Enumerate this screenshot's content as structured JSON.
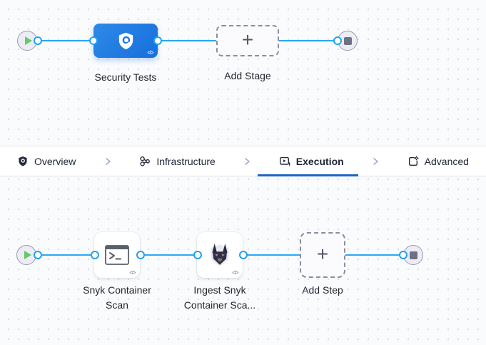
{
  "glyphs": {
    "code_badge": "</>",
    "plus": "+"
  },
  "colors": {
    "connector_blue": "#2AA7F2",
    "stage_blue": "#1B76DD",
    "selected_tab_underline": "#2161C5",
    "play_green": "#63C969",
    "stop_gray": "#6C7186"
  },
  "stage_pipeline": {
    "start_icon": "play-icon",
    "end_icon": "stop-icon",
    "stage_label": "Security Tests",
    "stage_icon": "security-shield-scan-icon",
    "add_stage_label": "Add Stage"
  },
  "tabs": [
    {
      "label": "Overview",
      "icon": "shield-icon",
      "selected": false
    },
    {
      "label": "Infrastructure",
      "icon": "cluster-icon",
      "selected": false
    },
    {
      "label": "Execution",
      "icon": "play-box-icon",
      "selected": true
    },
    {
      "label": "Advanced",
      "icon": "gear-box-icon",
      "selected": false
    }
  ],
  "step_pipeline": {
    "start_icon": "play-icon",
    "end_icon": "stop-icon",
    "step1_icon": "terminal-icon",
    "step1_line1": "Snyk Container",
    "step1_line2": "Scan",
    "step2_icon": "snyk-dog-icon",
    "step2_line1": "Ingest Snyk",
    "step2_line2": "Container Sca...",
    "add_step_label": "Add Step"
  }
}
